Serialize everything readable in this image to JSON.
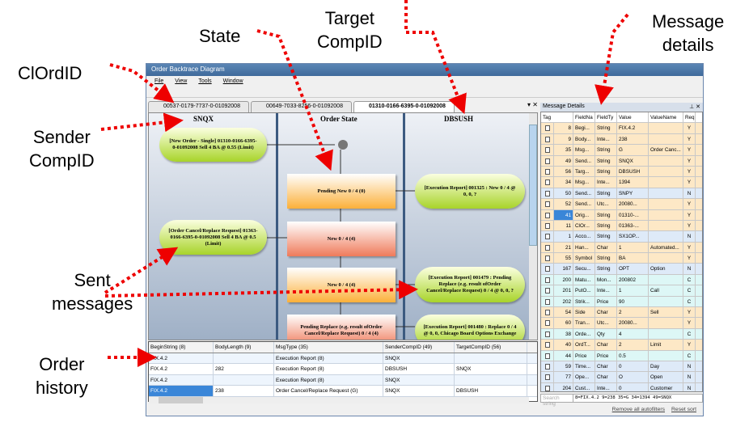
{
  "annotations": {
    "clordid": "ClOrdID",
    "sender1": "Sender",
    "sender2": "CompID",
    "state": "State",
    "target1": "Target",
    "target2": "CompID",
    "details1": "Message",
    "details2": "details",
    "sent1": "Sent",
    "sent2": "messages",
    "history1": "Order",
    "history2": "history"
  },
  "window": {
    "title": "Order Backtrace Diagram",
    "menu": [
      "File",
      "View",
      "Tools",
      "Window"
    ]
  },
  "tabs": [
    "00537-0179-7737-0-01092008",
    "00649-7033-8256-0-01092008",
    "01310-0166-6395-0-01092008"
  ],
  "lanes": [
    "SNQX",
    "Order State",
    "DBSUSH"
  ],
  "nodes": {
    "new_order": "[New Order - Single] 01310-0166-6395-0-01092008 Sell 4 BA @ 0.55 (Limit)",
    "pending_new": "Pending New 0 / 4 (0)",
    "exec_325": "[Execution Report] 001325 : New 0 / 4 @ 0, 0, ?",
    "new_red": "New 0 / 4 (4)",
    "cancel_replace": "[Order Cancel/Replace Request] 01363-0166-6395-0-01092008 Sell 4 BA @ 0.5 (Limit)",
    "new_orange": "New 0 / 4 (4)",
    "exec_479": "[Execution Report] 001479 : Pending Replace (e.g. result ofOrder Cancel/Replace Request) 0 / 4 @ 0, 0, ?",
    "pending_replace": "Pending Replace (e.g. result ofOrder Cancel/Replace Request) 0 / 4 (4)",
    "exec_480": "[Execution Report] 001480 : Replace 0 / 4 @ 0, 0, Chicago Board Options Exchange"
  },
  "history": {
    "columns": [
      "BeginString (8)",
      "BodyLength (9)",
      "MsgType (35)",
      "SenderCompID (49)",
      "TargetCompID (56)"
    ],
    "rows": [
      [
        "FIX.4.2",
        "",
        "Execution Report (8)",
        "SNQX",
        ""
      ],
      [
        "FIX.4.2",
        "282",
        "Execution Report (8)",
        "DBSUSH",
        "SNQX"
      ],
      [
        "FIX.4.2",
        "",
        "Execution Report (8)",
        "SNQX",
        ""
      ],
      [
        "FIX.4.2",
        "238",
        "Order Cancel/Replace Request (G)",
        "SNQX",
        "DBSUSH"
      ]
    ]
  },
  "details": {
    "title": "Message Details",
    "columns": [
      "Tag",
      "FieldNa",
      "FieldTy",
      "Value",
      "ValueName",
      "Req"
    ],
    "rows": [
      [
        "8",
        "Begi...",
        "String",
        "FIX.4.2",
        "",
        "Y"
      ],
      [
        "9",
        "Body...",
        "Inte...",
        "238",
        "",
        "Y"
      ],
      [
        "35",
        "Msg...",
        "String",
        "G",
        "Order Canc...",
        "Y"
      ],
      [
        "49",
        "Send...",
        "String",
        "SNQX",
        "",
        "Y"
      ],
      [
        "56",
        "Targ...",
        "String",
        "DBSUSH",
        "",
        "Y"
      ],
      [
        "34",
        "Msg...",
        "Inte...",
        "1394",
        "",
        "Y"
      ],
      [
        "50",
        "Send...",
        "String",
        "SNPY",
        "",
        "N"
      ],
      [
        "52",
        "Send...",
        "Utc...",
        "20080...",
        "",
        "Y"
      ],
      [
        "41",
        "Orig...",
        "String",
        "01310-...",
        "",
        "Y"
      ],
      [
        "11",
        "ClOr...",
        "String",
        "01363-...",
        "",
        "Y"
      ],
      [
        "1",
        "Acco...",
        "String",
        "SX1OP...",
        "",
        "N"
      ],
      [
        "21",
        "Han...",
        "Char",
        "1",
        "Automated...",
        "Y"
      ],
      [
        "55",
        "Symbol",
        "String",
        "BA",
        "",
        "Y"
      ],
      [
        "167",
        "Secu...",
        "String",
        "OPT",
        "Option",
        "N"
      ],
      [
        "200",
        "Matu...",
        "Mon...",
        "200802",
        "",
        "C"
      ],
      [
        "201",
        "PutO...",
        "Inte...",
        "1",
        "Call",
        "C"
      ],
      [
        "202",
        "Strik...",
        "Price",
        "90",
        "",
        "C"
      ],
      [
        "54",
        "Side",
        "Char",
        "2",
        "Sell",
        "Y"
      ],
      [
        "60",
        "Tran...",
        "Utc...",
        "20080...",
        "",
        "Y"
      ],
      [
        "38",
        "Orde...",
        "Qty",
        "4",
        "",
        "C"
      ],
      [
        "40",
        "OrdT...",
        "Char",
        "2",
        "Limit",
        "Y"
      ],
      [
        "44",
        "Price",
        "Price",
        "0.5",
        "",
        "C"
      ],
      [
        "59",
        "Time...",
        "Char",
        "0",
        "Day",
        "N"
      ],
      [
        "77",
        "Ope...",
        "Char",
        "O",
        "Open",
        "N"
      ],
      [
        "204",
        "Cust...",
        "Inte...",
        "0",
        "Customer",
        "N"
      ]
    ],
    "search_placeholder": "Search string",
    "raw": "8=FIX.4.2 9=238 35=G 34=1394 49=SNQX",
    "remove_filters": "Remove all autofilters",
    "reset_sort": "Reset sort"
  }
}
